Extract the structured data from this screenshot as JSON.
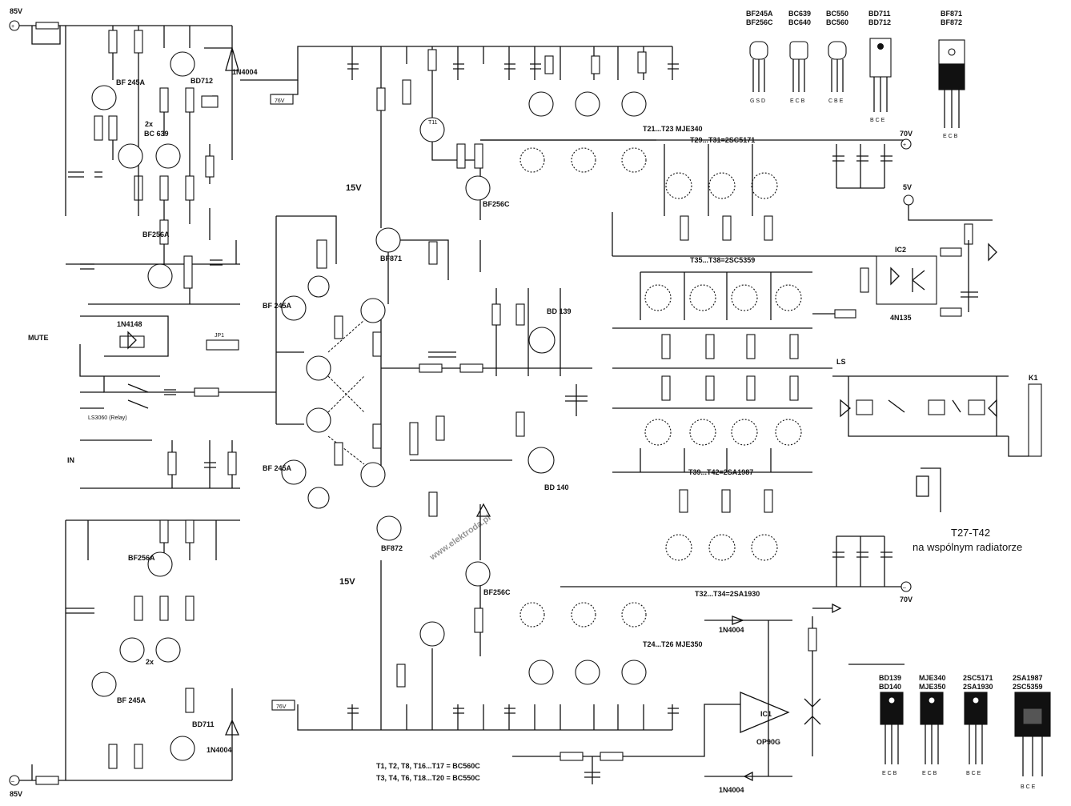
{
  "supply": {
    "pos_in": "85V",
    "neg_in": "85V",
    "pos_out": "70V",
    "neg_out": "70V",
    "logic": "5V",
    "pos_drv": "15V",
    "neg_drv": "15V",
    "pos_rail": "76V",
    "neg_rail": "76V"
  },
  "packages_top": [
    {
      "names": "BF245A\nBF256C",
      "pins": "G S D"
    },
    {
      "names": "BC639\nBC640",
      "pins": "E C B"
    },
    {
      "names": "BC550\nBC560",
      "pins": "C B E"
    },
    {
      "names": "BD711\nBD712",
      "pins": "B C E"
    },
    {
      "names": "BF871\nBF872",
      "pins": "E C B"
    }
  ],
  "packages_bottom": [
    {
      "names": "BD139\nBD140",
      "pins": "E C B"
    },
    {
      "names": "MJE340\nMJE350",
      "pins": "E C B"
    },
    {
      "names": "2SC5171\n2SA1930",
      "pins": "B C E"
    },
    {
      "names": "2SA1987\n2SC5359",
      "pins": "B C E"
    }
  ],
  "notes": {
    "radiator_1": "T27-T42",
    "radiator_2": "na wspólnym radiatorze",
    "t_list_1": "T1, T2, T8, T16...T17 = BC560C",
    "t_list_2": "T3, T4, T6, T18...T20 = BC550C",
    "watermark": "www.elektroda.pl"
  },
  "groups": {
    "g1": "T21...T23 MJE340",
    "g2": "T29...T31=2SC5171",
    "g3": "T35...T38=2SC5359",
    "g4": "T39...T42=2SA1987",
    "g5": "T32...T34=2SA1930",
    "g6": "T24...T26 MJE350"
  },
  "parts": {
    "t5": "BF 245A",
    "t5b": "BC 639",
    "t11": "BF256C",
    "bf871": "BF871",
    "bf872": "BF872",
    "bf256c2": "BF256C",
    "bf245a_l": "BF 245A",
    "bf245a_l2": "BF 245A",
    "bd139": "BD 139",
    "bd140": "BD 140",
    "bd712": "BD712",
    "bd711": "BD711",
    "d10": "1N4004",
    "d11": "1N4004",
    "mute": "MUTE",
    "diode_mute": "1N4148",
    "in_label": "IN",
    "ic2": "4N135",
    "ic1": "OP90G",
    "ls": "LS",
    "d15": "1N4004",
    "d17": "1N4004",
    "bf256a": "BF256A",
    "bf256a2": "BF256A",
    "t2x": "2x",
    "t2x2": "2x"
  },
  "colors": {
    "ink": "#111111",
    "paper": "#ffffff"
  }
}
